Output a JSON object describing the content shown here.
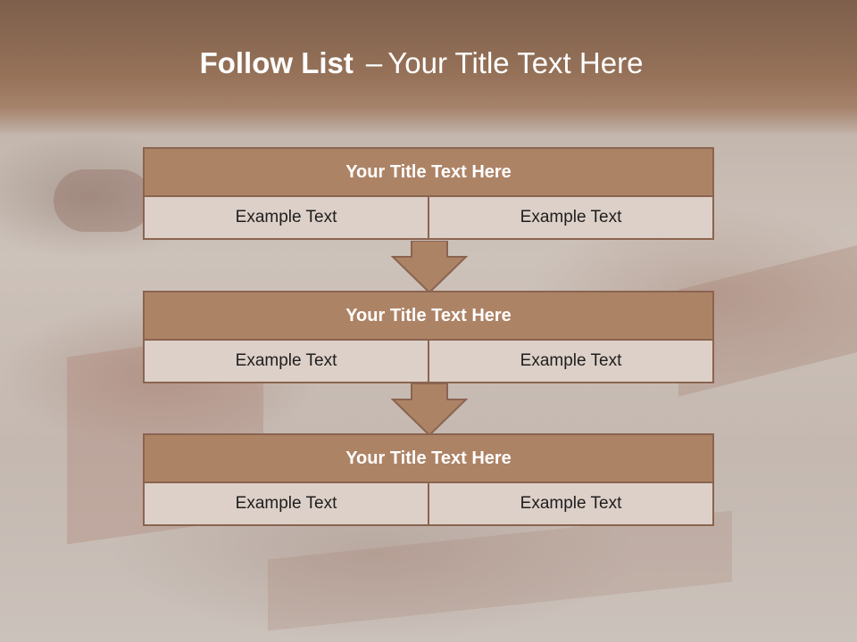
{
  "slide": {
    "title_bold": "Follow List",
    "title_dash": "–",
    "title_rest": "Your Title Text Here"
  },
  "blocks": [
    {
      "title": "Your Title Text Here",
      "left_text": "Example Text",
      "right_text": "Example Text"
    },
    {
      "title": "Your Title Text Here",
      "left_text": "Example Text",
      "right_text": "Example Text"
    },
    {
      "title": "Your Title Text Here",
      "left_text": "Example Text",
      "right_text": "Example Text"
    }
  ],
  "colors": {
    "header": "#957158",
    "block_title_fill": "#ad8366",
    "cell_fill": "#ddd0c8",
    "border": "#8a6450"
  }
}
